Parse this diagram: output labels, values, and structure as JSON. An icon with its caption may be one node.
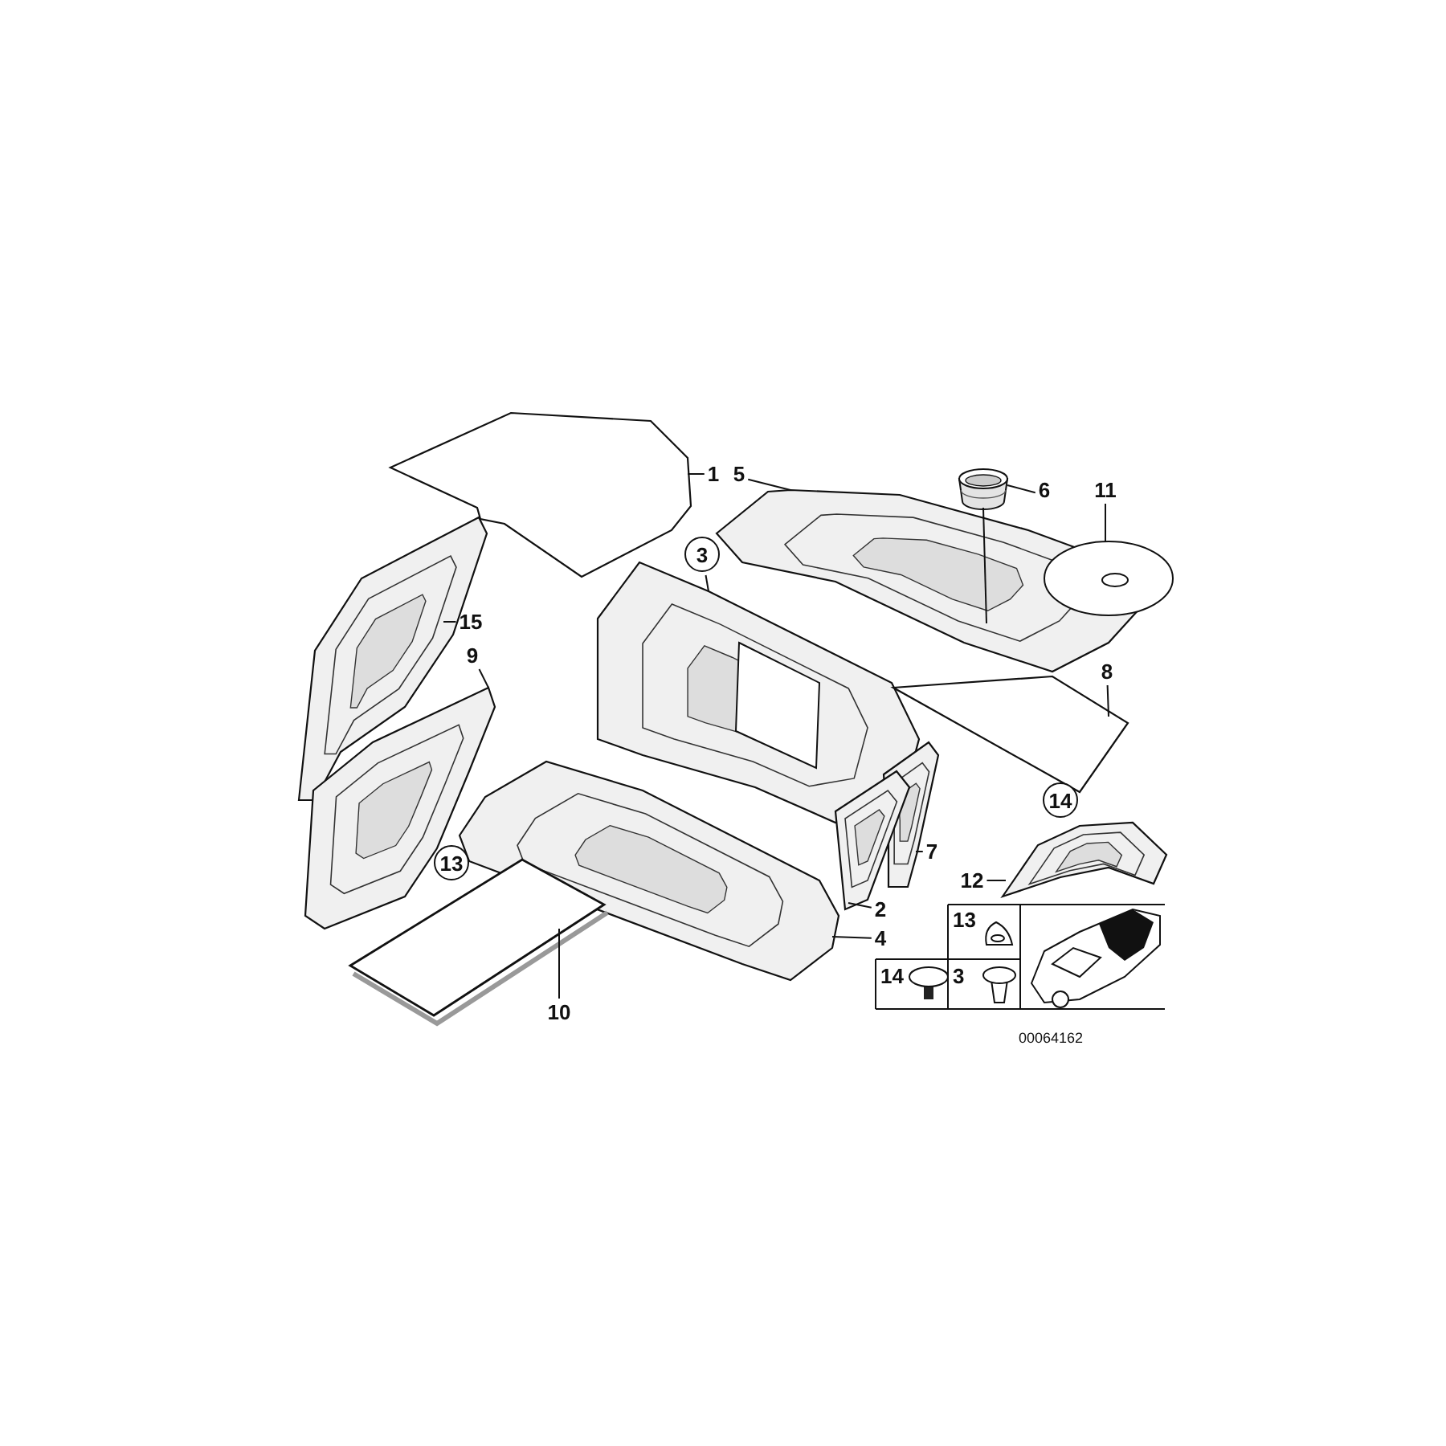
{
  "diagram": {
    "nodes": [
      {
        "text": [
          "1"
        ]
      },
      {
        "text": [],
        "shape": "picture"
      },
      {
        "text": [
          "5"
        ]
      },
      {
        "text": [],
        "shape": "picture"
      },
      {
        "text": [
          "6"
        ]
      },
      {
        "text": [],
        "shape": "picture"
      },
      {
        "text": [
          "11"
        ]
      },
      {
        "text": [],
        "shape": "picture"
      },
      {
        "text": [
          "3"
        ]
      },
      {
        "text": [],
        "shape": "picture"
      },
      {
        "text": [
          "15"
        ]
      },
      {
        "text": [],
        "shape": "picture"
      },
      {
        "text": [
          "9"
        ]
      },
      {
        "text": [],
        "shape": "picture"
      },
      {
        "text": [
          "8"
        ]
      },
      {
        "text": [],
        "shape": "picture"
      },
      {
        "text": [
          "14"
        ]
      },
      {
        "text": [
          "7"
        ]
      },
      {
        "text": [],
        "shape": "picture"
      },
      {
        "text": [
          "12"
        ]
      },
      {
        "text": [],
        "shape": "picture"
      },
      {
        "text": [
          "13"
        ]
      },
      {
        "text": [
          "2"
        ]
      },
      {
        "text": [],
        "shape": "picture"
      },
      {
        "text": [
          "4"
        ]
      },
      {
        "text": [],
        "shape": "picture"
      },
      {
        "text": [
          "10"
        ]
      },
      {
        "text": [],
        "shape": "picture"
      }
    ],
    "edges": [
      {
        "from": 0,
        "to": 1,
        "arrow": "none"
      },
      {
        "from": 2,
        "to": 3,
        "arrow": "none"
      },
      {
        "from": 4,
        "to": 5,
        "arrow": "none"
      },
      {
        "from": 5,
        "to": 3,
        "arrow": "none"
      },
      {
        "from": 6,
        "to": 7,
        "arrow": "none"
      },
      {
        "from": 8,
        "to": 9,
        "arrow": "none"
      },
      {
        "from": 10,
        "to": 11,
        "arrow": "none"
      },
      {
        "from": 12,
        "to": 13,
        "arrow": "none"
      },
      {
        "from": 14,
        "to": 15,
        "arrow": "none"
      },
      {
        "from": 17,
        "to": 18,
        "arrow": "none"
      },
      {
        "from": 19,
        "to": 20,
        "arrow": "none"
      },
      {
        "from": 22,
        "to": 23,
        "arrow": "none"
      },
      {
        "from": 24,
        "to": 25,
        "arrow": "none"
      },
      {
        "from": 26,
        "to": 27,
        "arrow": "none"
      }
    ],
    "labels": [
      "13",
      "14",
      "3",
      "00064162"
    ]
  }
}
